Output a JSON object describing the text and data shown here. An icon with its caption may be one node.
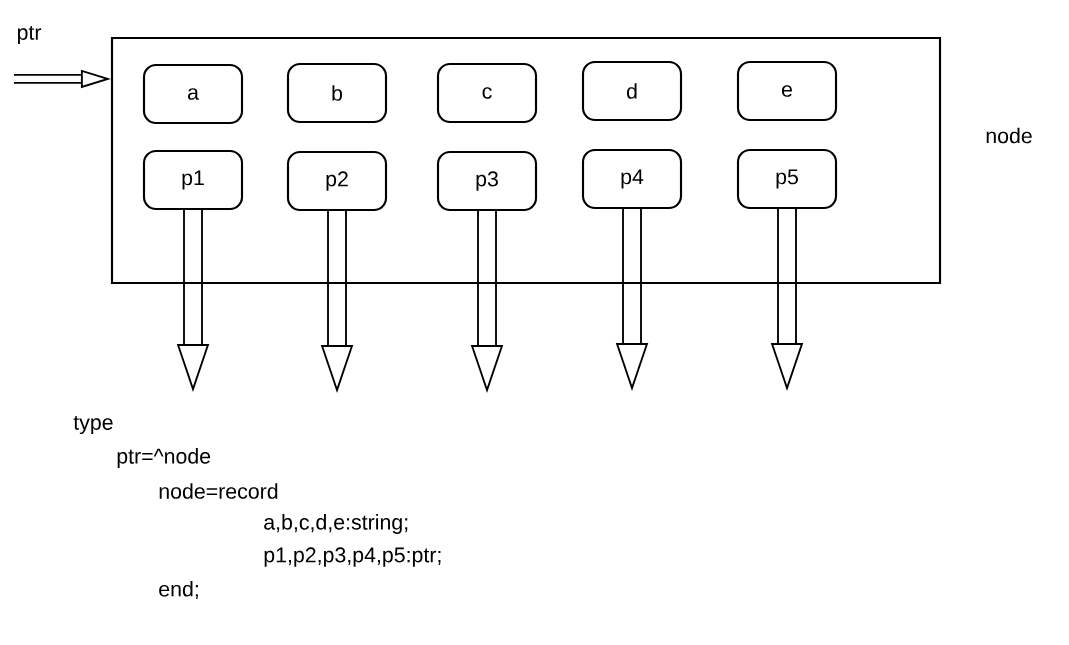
{
  "diagram": {
    "nodes": [
      {
        "text": [],
        "shape": "box",
        "beside": [
          "node"
        ]
      },
      {
        "text": [
          "a"
        ],
        "in": 0
      },
      {
        "text": [
          "b"
        ],
        "in": 0
      },
      {
        "text": [
          "c"
        ],
        "in": 0
      },
      {
        "text": [
          "d"
        ],
        "in": 0
      },
      {
        "text": [
          "e"
        ],
        "in": 0
      },
      {
        "text": [
          "p1"
        ],
        "in": 0
      },
      {
        "text": [
          "p2"
        ],
        "in": 0
      },
      {
        "text": [
          "p3"
        ],
        "in": 0
      },
      {
        "text": [
          "p4"
        ],
        "in": 0
      },
      {
        "text": [
          "p5"
        ],
        "in": 0
      }
    ],
    "edges": [
      {
        "from": null,
        "to": 0,
        "arrow": "to",
        "label": "ptr"
      },
      {
        "from": 6,
        "to": null,
        "arrow": "to"
      },
      {
        "from": 7,
        "to": null,
        "arrow": "to"
      },
      {
        "from": 8,
        "to": null,
        "arrow": "to"
      },
      {
        "from": 9,
        "to": null,
        "arrow": "to"
      },
      {
        "from": 10,
        "to": null,
        "arrow": "to"
      }
    ],
    "labels": [
      "type",
      "ptr=^node",
      "node=record",
      "a,b,c,d,e:string;",
      "p1,p2,p3,p4,p5:ptr;",
      "end;"
    ]
  }
}
